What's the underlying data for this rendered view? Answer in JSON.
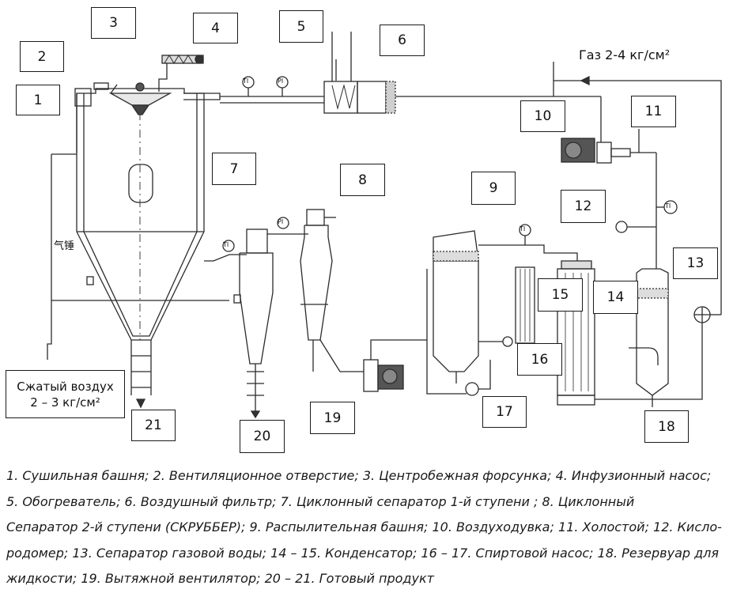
{
  "labels": {
    "gas_label": "Газ 2-4 кг/см²",
    "air_label": [
      "Сжатый воздух",
      "2 – 3 кг/см²"
    ],
    "valve_hint": "气锤",
    "ti_tag": "TI",
    "pi_tag": "PI"
  },
  "callouts": [
    "1",
    "2",
    "3",
    "4",
    "5",
    "6",
    "7",
    "8",
    "9",
    "10",
    "11",
    "12",
    "13",
    "14",
    "15",
    "16",
    "17",
    "18",
    "19",
    "20",
    "21"
  ],
  "caption": [
    "1. Сушильная башня; 2. Вентиляционное отверстие; 3. Центробежная форсунка; 4. Инфузионный насос;",
    "5. Обогреватель; 6. Воздушный фильтр; 7. Циклонный сепаратор 1-й ступени ; 8. Циклонный",
    "Сепаратор 2-й ступени (СКРУББЕР); 9. Распылительная башня; 10. Воздуходувка; 11. Холостой; 12. Кисло-",
    "родомер; 13. Сепаратор газовой воды; 14 – 15. Конденсатор; 16 – 17. Спиртовой насос; 18. Резервуар для",
    "жидкости; 19. Вытяжной вентилятор; 20 – 21. Готовый продукт"
  ],
  "colors": {
    "line": "#1a1a1a",
    "equipment": "#2b2b2b",
    "background": "#ffffff"
  }
}
